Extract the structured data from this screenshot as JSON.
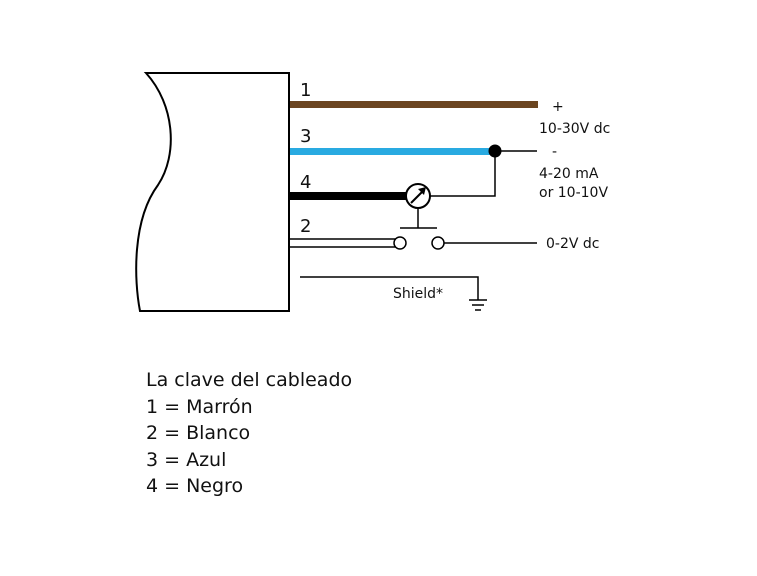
{
  "colors": {
    "brown": "#6b4520",
    "blue": "#29aae1",
    "black": "#000000"
  },
  "wires": [
    {
      "number": "1",
      "color_name": "brown"
    },
    {
      "number": "3",
      "color_name": "blue"
    },
    {
      "number": "4",
      "color_name": "black"
    },
    {
      "number": "2",
      "color_name": "white"
    }
  ],
  "labels": {
    "plus": "+",
    "supply": "10-30V dc",
    "minus": "-",
    "output_line1": "4-20 mA",
    "output_line2": "or 10-10V",
    "switch_output": "0-2V dc",
    "shield": "Shield*"
  },
  "legend": {
    "title": "La clave del cableado",
    "items": [
      "1 = Marrón",
      "2 = Blanco",
      "3 = Azul",
      "4 = Negro"
    ]
  }
}
